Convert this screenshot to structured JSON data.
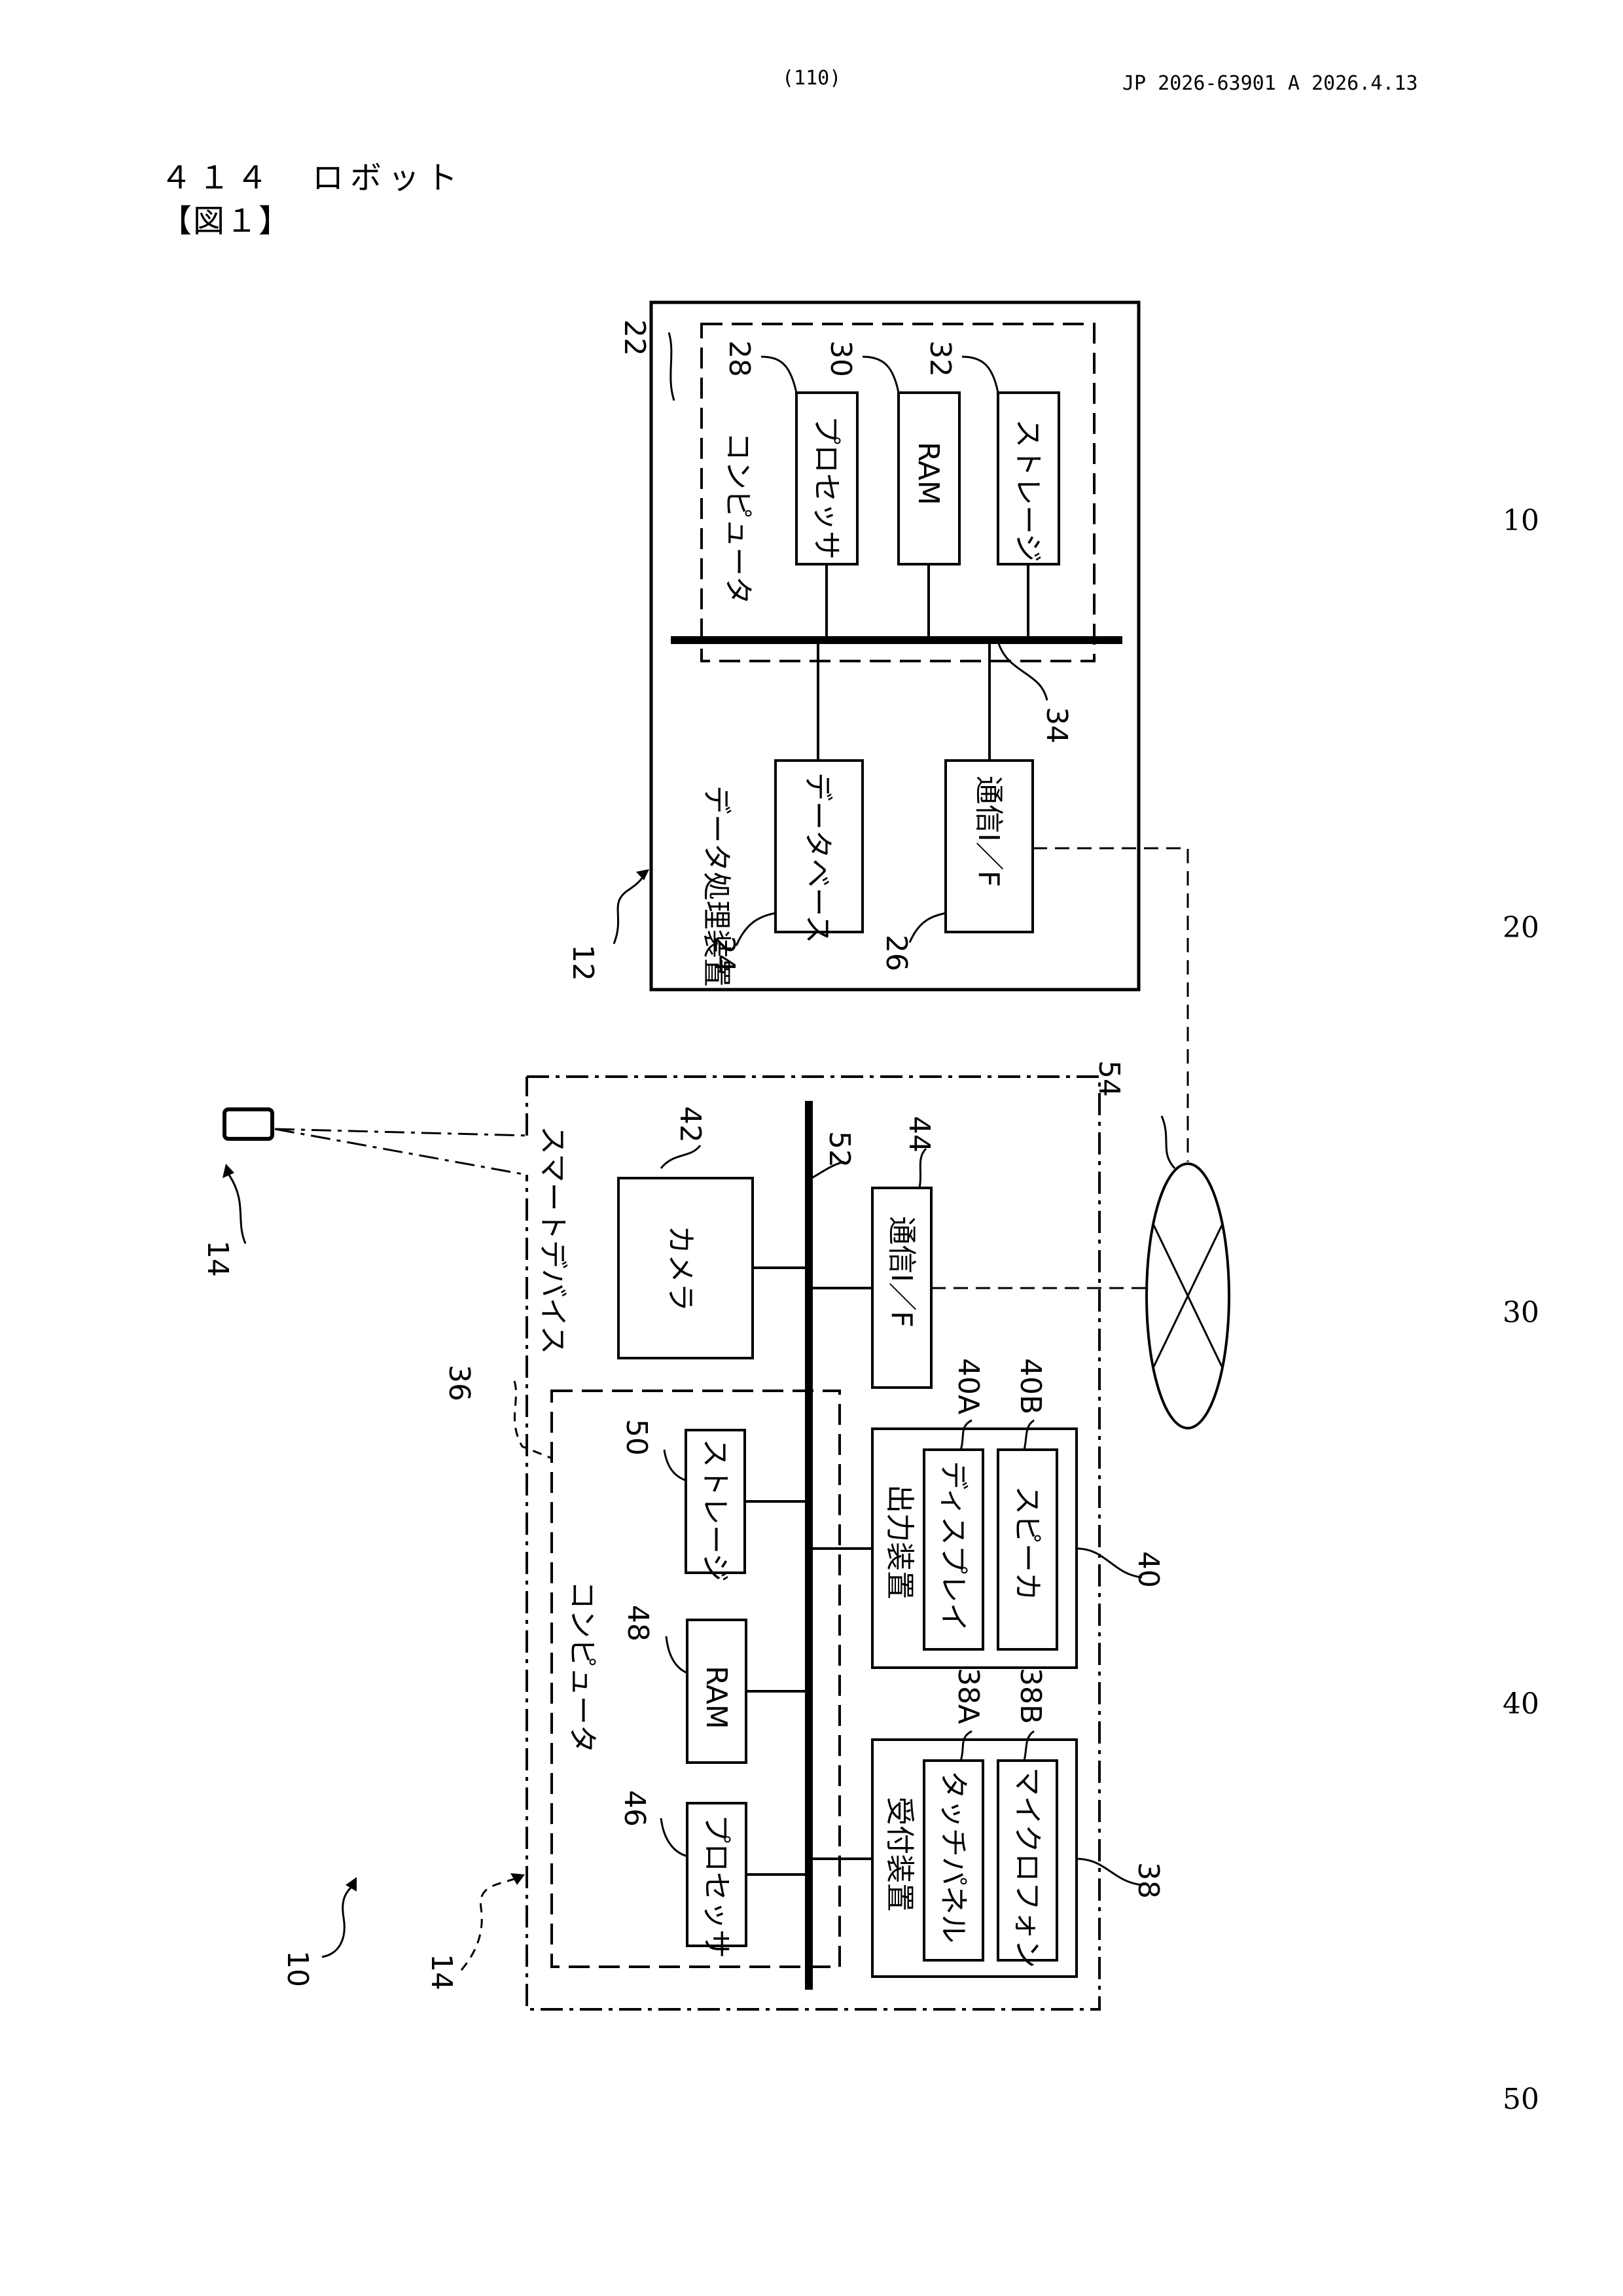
{
  "header": {
    "page_number": "(110)",
    "publication": "JP  2026-63901  A  2026.4.13"
  },
  "heading": {
    "line1": "４１４　ロボット",
    "line2": "【図１】"
  },
  "line_numbers": [
    "10",
    "20",
    "30",
    "40",
    "50"
  ],
  "figure": {
    "data_processing_device": {
      "label": "データ処理装置",
      "ref": "12",
      "computer_label": "コンピュータ",
      "computer_ref": "22",
      "processor": {
        "label": "プロセッサ",
        "ref": "28"
      },
      "ram": {
        "label": "RAM",
        "ref": "30"
      },
      "storage": {
        "label": "ストレージ",
        "ref": "32"
      },
      "bus_ref": "34",
      "database": {
        "label": "データベース",
        "ref": "24"
      },
      "comm_if": {
        "label": "通信I／F",
        "ref": "26"
      }
    },
    "smart_device": {
      "label": "スマートデバイス",
      "ref": "14",
      "icon_ref": "14",
      "camera": {
        "label": "カメラ",
        "ref": "42"
      },
      "bus_ref": "52",
      "comm_if": {
        "label": "通信I／F",
        "ref": "44"
      },
      "computer_label": "コンピュータ",
      "computer_ref": "36",
      "storage": {
        "label": "ストレージ",
        "ref": "50"
      },
      "ram": {
        "label": "RAM",
        "ref": "48"
      },
      "processor": {
        "label": "プロセッサ",
        "ref": "46"
      },
      "output_device": {
        "label": "出力装置",
        "ref": "40",
        "display": {
          "label": "ディスプレイ",
          "ref": "40A"
        },
        "speaker": {
          "label": "スピーカ",
          "ref": "40B"
        }
      },
      "input_device": {
        "label": "受付装置",
        "ref": "38",
        "touch_panel": {
          "label": "タッチパネル",
          "ref": "38A"
        },
        "microphone": {
          "label": "マイクロフォン",
          "ref": "38B"
        }
      }
    },
    "network_ref": "54",
    "system_ref": "10"
  }
}
